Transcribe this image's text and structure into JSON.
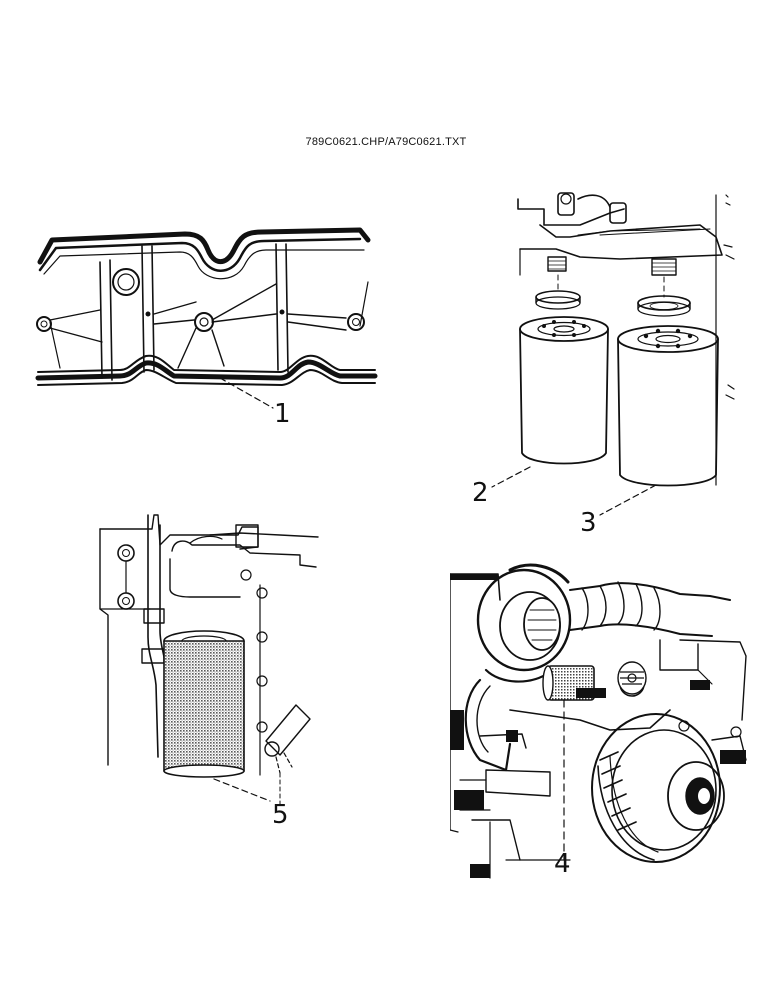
{
  "header": {
    "filename": "789C0621.CHP/A79C0621.TXT"
  },
  "callouts": {
    "c1": "1",
    "c2": "2",
    "c3": "3",
    "c4": "4",
    "c5": "5"
  },
  "colors": {
    "ink": "#111111",
    "paper": "#ffffff",
    "screen": "#6e6e6e"
  }
}
